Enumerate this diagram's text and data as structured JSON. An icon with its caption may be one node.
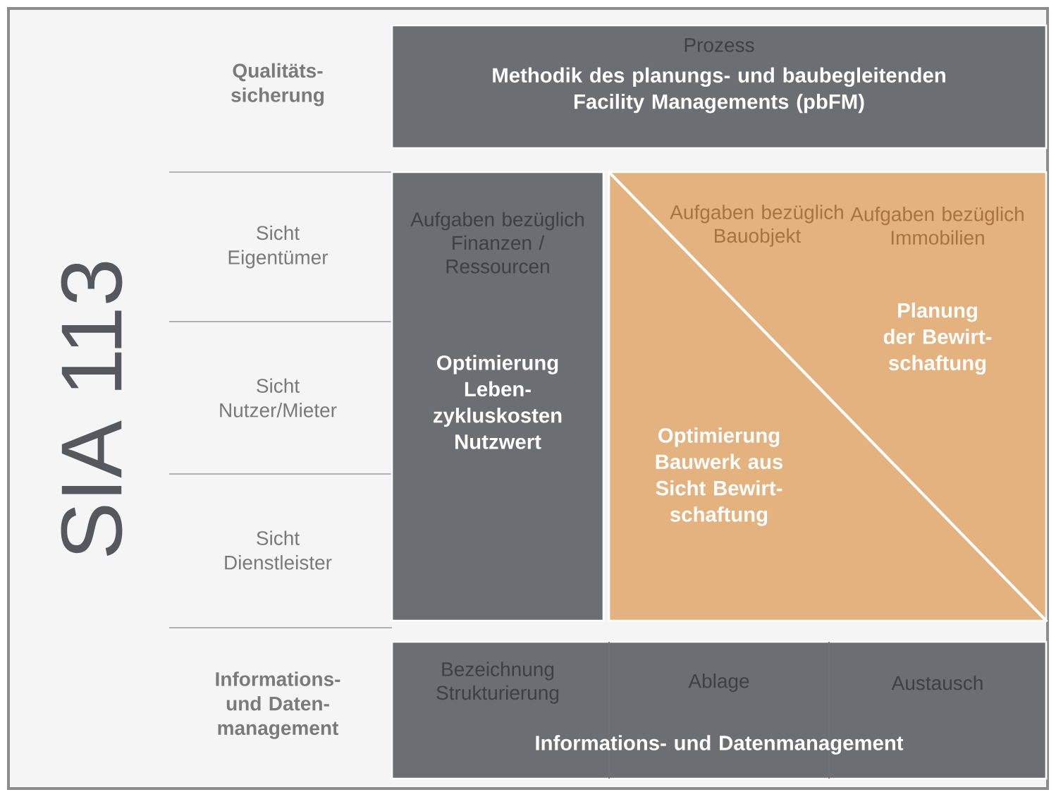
{
  "diagram": {
    "nodes": [
      {
        "text": [
          "Prozess",
          "Methodik des planungs- und baubegleitenden Facility Managements (pbFM)"
        ]
      },
      {
        "text": [
          "Aufgaben bezüglich Finanzen / Ressourcen",
          "Optimierung Leben- zykluskosten Nutzwert"
        ]
      },
      {
        "text": [
          "Aufgaben bezüglich Bauobjekt",
          "Aufgaben bezüglich Immobilien",
          "Planung der Bewirt- schaftung",
          "Optimierung Bauwerk aus Sicht Bewirt- schaftung"
        ]
      },
      {
        "text": [
          "Bezeichnung Strukturierung",
          "Ablage",
          "Austausch",
          "Informations- und Datenmanagement"
        ]
      }
    ],
    "labels": [
      "SIA 113",
      "Qualitäts- sicherung",
      "Sicht Eigentümer",
      "Sicht Nutzer/Mieter",
      "Sicht Dienstleister",
      "Informations- und Daten- management"
    ]
  }
}
